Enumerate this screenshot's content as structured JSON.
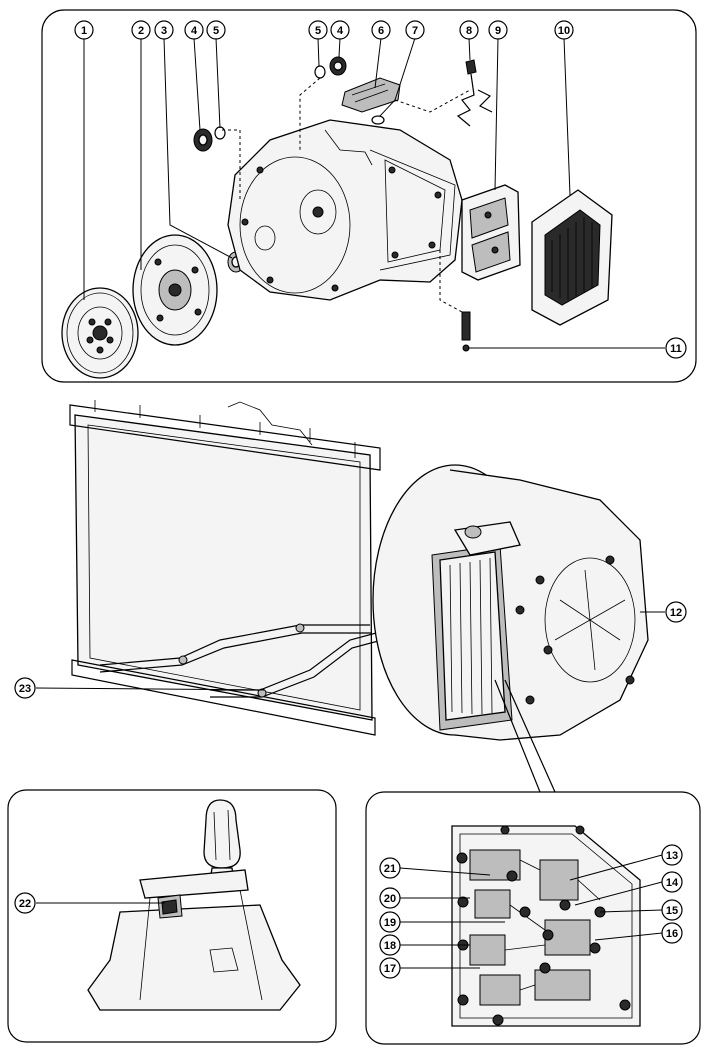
{
  "callouts": [
    {
      "id": "c1",
      "label": "1"
    },
    {
      "id": "c2",
      "label": "2"
    },
    {
      "id": "c3",
      "label": "3"
    },
    {
      "id": "c4a",
      "label": "4"
    },
    {
      "id": "c5a",
      "label": "5"
    },
    {
      "id": "c5b",
      "label": "5"
    },
    {
      "id": "c4b",
      "label": "4"
    },
    {
      "id": "c6",
      "label": "6"
    },
    {
      "id": "c7",
      "label": "7"
    },
    {
      "id": "c8",
      "label": "8"
    },
    {
      "id": "c9",
      "label": "9"
    },
    {
      "id": "c10",
      "label": "10"
    },
    {
      "id": "c11",
      "label": "11"
    },
    {
      "id": "c12",
      "label": "12"
    },
    {
      "id": "c13",
      "label": "13"
    },
    {
      "id": "c14",
      "label": "14"
    },
    {
      "id": "c15",
      "label": "15"
    },
    {
      "id": "c16",
      "label": "16"
    },
    {
      "id": "c17",
      "label": "17"
    },
    {
      "id": "c18",
      "label": "18"
    },
    {
      "id": "c19",
      "label": "19"
    },
    {
      "id": "c20",
      "label": "20"
    },
    {
      "id": "c21",
      "label": "21"
    },
    {
      "id": "c22",
      "label": "22"
    },
    {
      "id": "c23",
      "label": "23"
    }
  ]
}
